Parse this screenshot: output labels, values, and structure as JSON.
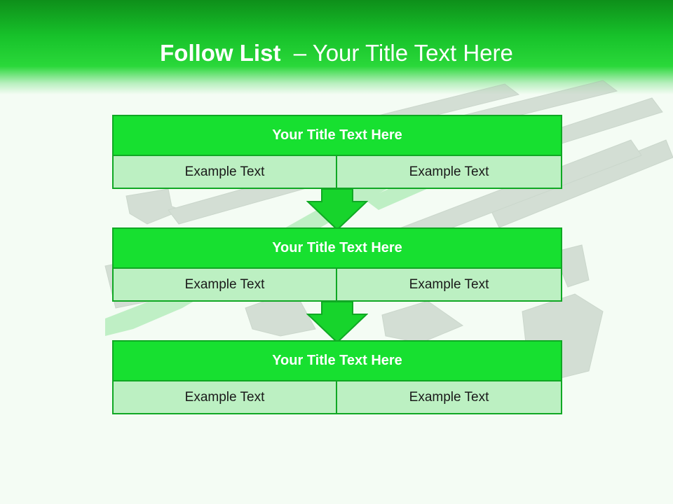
{
  "title": {
    "bold": "Follow List",
    "rest": "  – Your Title Text Here"
  },
  "colors": {
    "header": "#17c22a",
    "block_title": "#17e030",
    "cell": "#bcf0c2",
    "border": "#10a824"
  },
  "blocks": [
    {
      "title": "Your Title Text Here",
      "left": "Example Text",
      "right": "Example Text"
    },
    {
      "title": "Your Title Text Here",
      "left": "Example Text",
      "right": "Example Text"
    },
    {
      "title": "Your Title Text Here",
      "left": "Example Text",
      "right": "Example Text"
    }
  ],
  "icons": [
    "down-arrow-icon",
    "background-arrows-graphic"
  ]
}
